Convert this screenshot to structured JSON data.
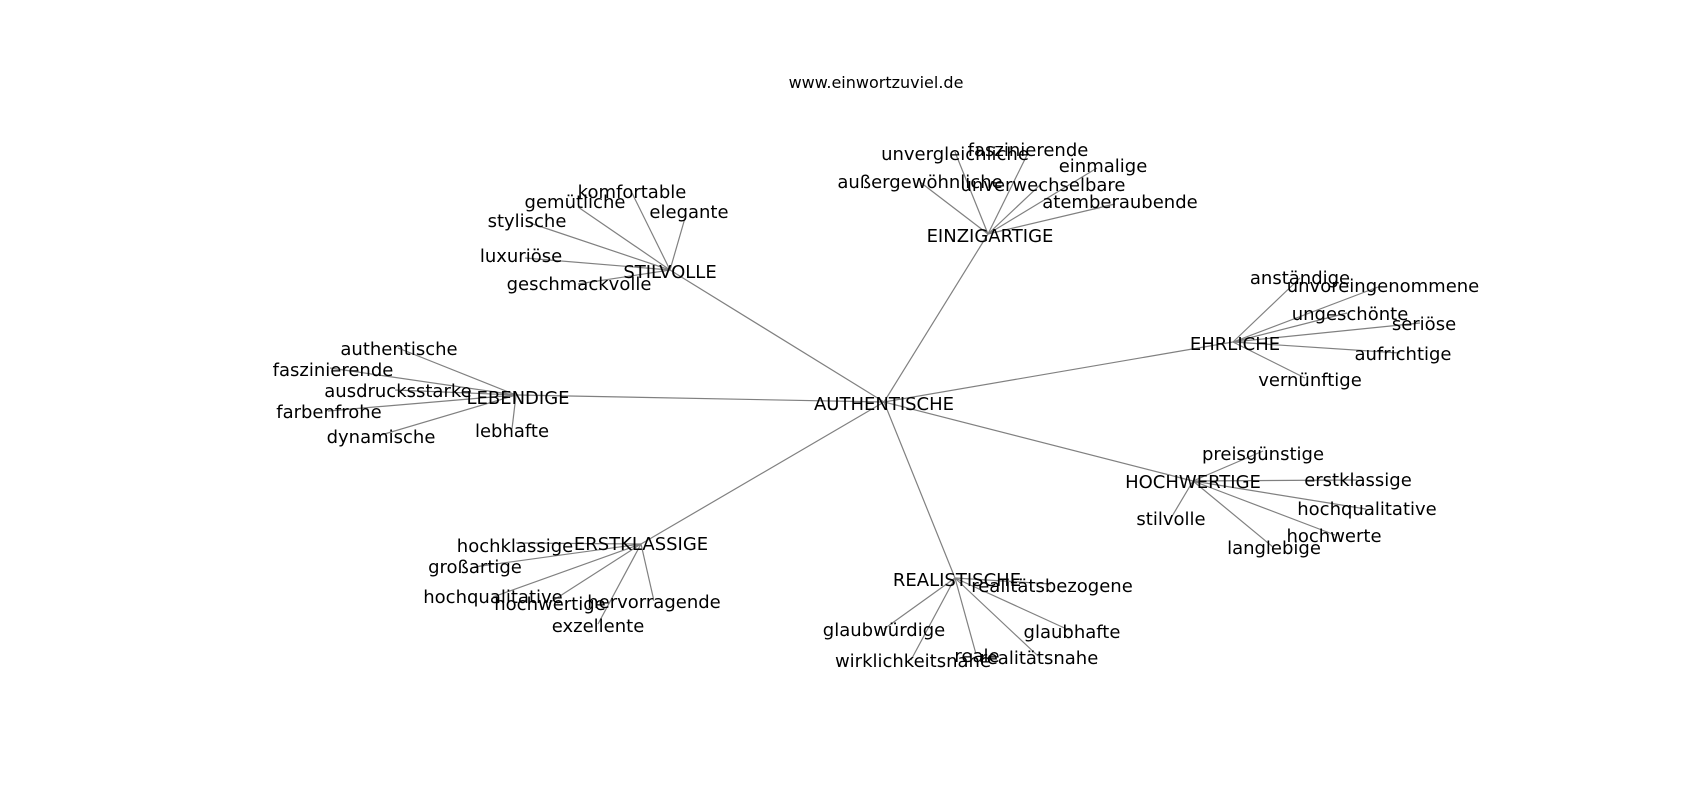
{
  "watermark": "www.einwortzuviel.de",
  "edge_color": "#808080",
  "label_color": "#000000",
  "graph": {
    "root": "AUTHENTISCHE",
    "groups": [
      {
        "label": "STILVOLLE",
        "leaves": [
          "komfortable",
          "gemütliche",
          "elegante",
          "stylische",
          "luxuriöse",
          "geschmackvolle"
        ]
      },
      {
        "label": "EINZIGARTIGE",
        "leaves": [
          "unvergleichliche",
          "faszinierende",
          "einmalige",
          "außergewöhnliche",
          "unverwechselbare",
          "atemberaubende"
        ]
      },
      {
        "label": "EHRLICHE",
        "leaves": [
          "anständige",
          "unvoreingenommene",
          "ungeschönte",
          "seriöse",
          "aufrichtige",
          "vernünftige"
        ]
      },
      {
        "label": "LEBENDIGE",
        "leaves": [
          "authentische",
          "faszinierende",
          "ausdrucksstarke",
          "farbenfrohe",
          "dynamische",
          "lebhafte"
        ]
      },
      {
        "label": "HOCHWERTIGE",
        "leaves": [
          "preisgünstige",
          "erstklassige",
          "hochqualitative",
          "stilvolle",
          "hochwerte",
          "langlebige"
        ]
      },
      {
        "label": "ERSTKLASSIGE",
        "leaves": [
          "hochklassige",
          "großartige",
          "hochqualitative",
          "hochwertige",
          "hervorragende",
          "exzellente"
        ]
      },
      {
        "label": "REALISTISCHE",
        "leaves": [
          "realitätsbezogene",
          "glaubwürdige",
          "glaubhafte",
          "wirklichkeitsnahe",
          "reale",
          "realitätsnahe"
        ]
      }
    ]
  }
}
